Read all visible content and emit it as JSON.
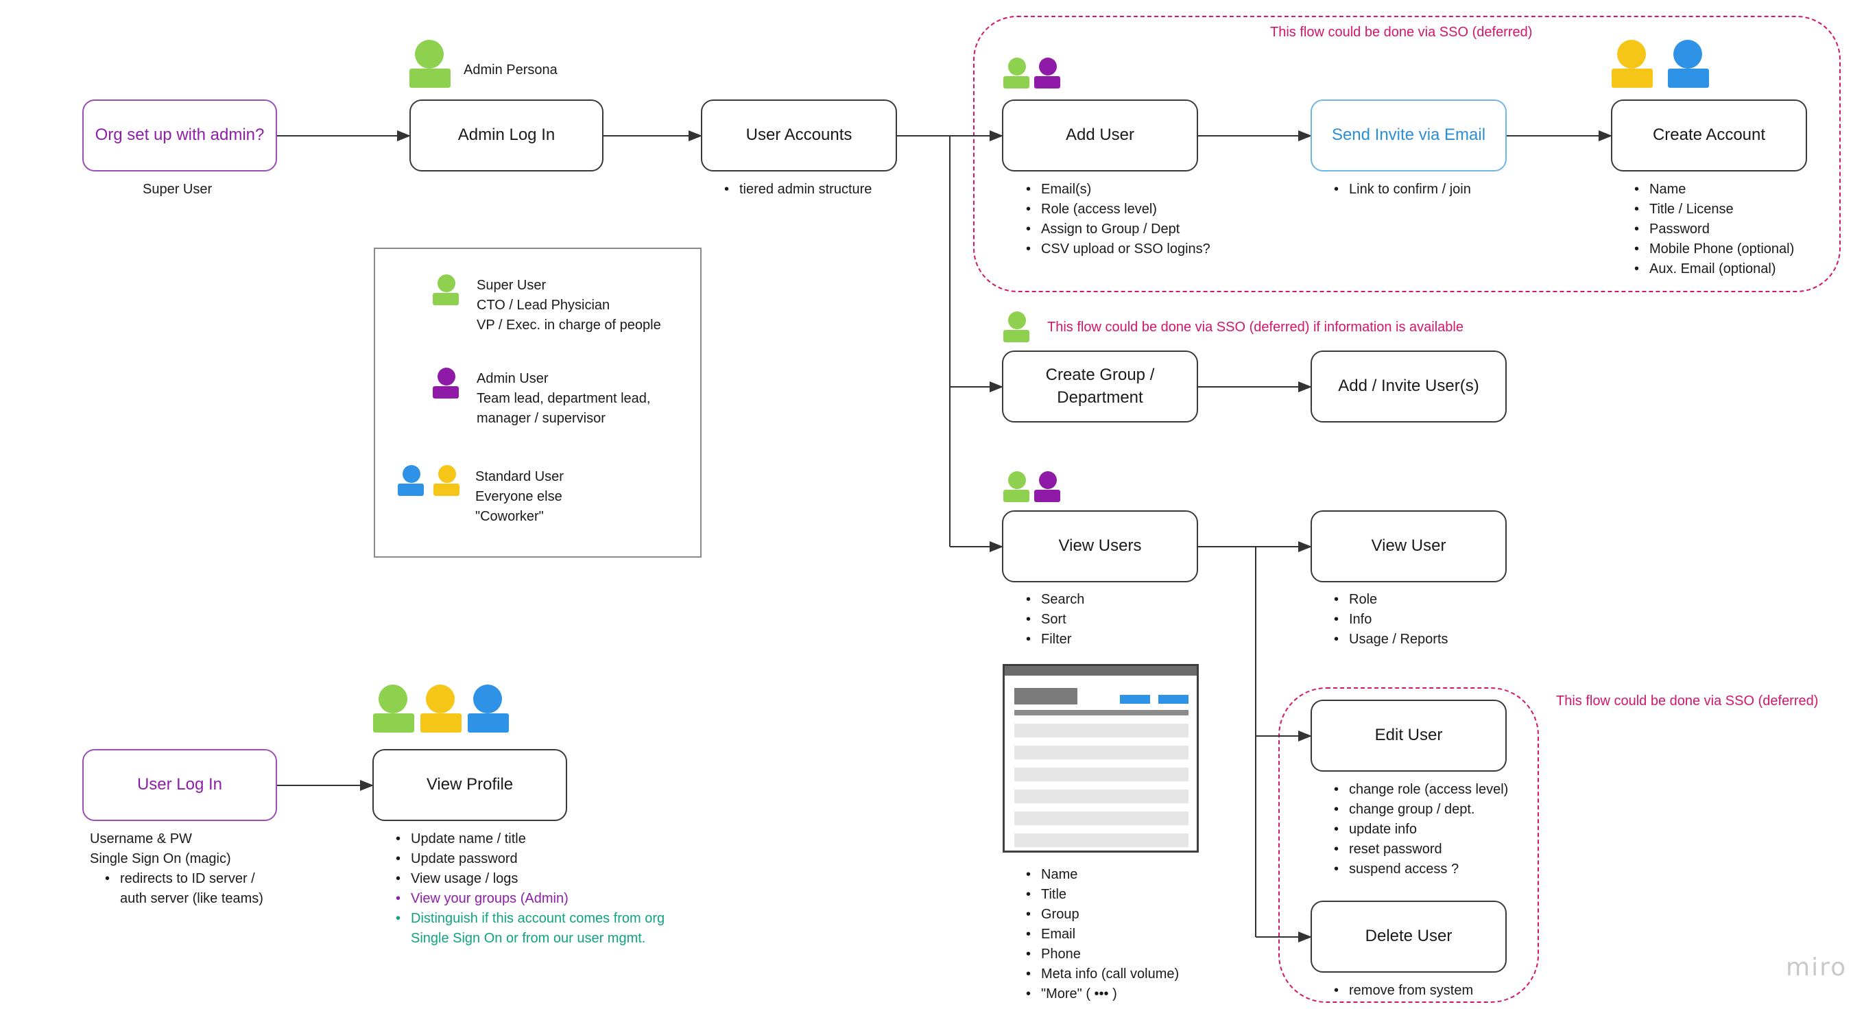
{
  "colors": {
    "super_user": "#8dd14f",
    "admin_user": "#8f1aa8",
    "standard_yellow": "#f5c518",
    "standard_blue": "#2e92e6",
    "sso_note": "#d1166b",
    "link_purple": "#8e1ea8",
    "link_teal": "#10a37f"
  },
  "nodes": {
    "org_setup": "Org set up with admin?",
    "admin_login": "Admin Log In",
    "user_accounts": "User Accounts",
    "add_user": "Add User",
    "send_invite": "Send Invite via Email",
    "create_account": "Create Account",
    "create_group": "Create Group / Department",
    "add_invite_users": "Add / Invite User(s)",
    "view_users": "View Users",
    "view_user": "View User",
    "edit_user": "Edit User",
    "delete_user": "Delete User",
    "user_login": "User Log In",
    "view_profile": "View Profile"
  },
  "labels": {
    "admin_persona": "Admin Persona",
    "super_user_caption": "Super User",
    "sso_note_add_user": "This flow could be done via SSO (deferred)",
    "sso_note_group": "This flow could be done via SSO (deferred) if information is available",
    "sso_note_edit": "This flow could be done via SSO (deferred)",
    "user_login_line1": "Username & PW",
    "user_login_line2": "Single Sign On (magic)"
  },
  "bullets": {
    "user_accounts": [
      "tiered admin structure"
    ],
    "add_user": [
      "Email(s)",
      "Role (access level)",
      "Assign to Group / Dept",
      "CSV upload or SSO logins?"
    ],
    "send_invite": [
      "Link to confirm / join"
    ],
    "create_account": [
      "Name",
      "Title / License",
      "Password",
      "Mobile Phone (optional)",
      "Aux. Email (optional)"
    ],
    "view_users": [
      "Search",
      "Sort",
      "Filter"
    ],
    "view_user": [
      "Role",
      "Info",
      "Usage / Reports"
    ],
    "edit_user": [
      "change role (access level)",
      "change group / dept.",
      "update info",
      "reset password",
      "suspend access ?"
    ],
    "delete_user": [
      "remove from system"
    ],
    "table_fields": [
      "Name",
      "Title",
      "Group",
      "Email",
      "Phone",
      "Meta info (call volume)",
      "\"More\" ( ••• )"
    ],
    "user_login": [
      "redirects to ID server / auth server (like teams)"
    ],
    "view_profile": [
      "Update name / title",
      "Update password",
      "View usage / logs",
      "View your groups (Admin)",
      "Distinguish if this account comes from org Single Sign On or from our user mgmt."
    ]
  },
  "legend": {
    "super": [
      "Super User",
      "CTO / Lead Physician",
      "VP / Exec. in charge of people"
    ],
    "admin": [
      "Admin User",
      "Team lead, department lead,",
      "manager / supervisor"
    ],
    "standard": [
      "Standard User",
      "Everyone else",
      "\"Coworker\""
    ]
  },
  "logo": "miro"
}
